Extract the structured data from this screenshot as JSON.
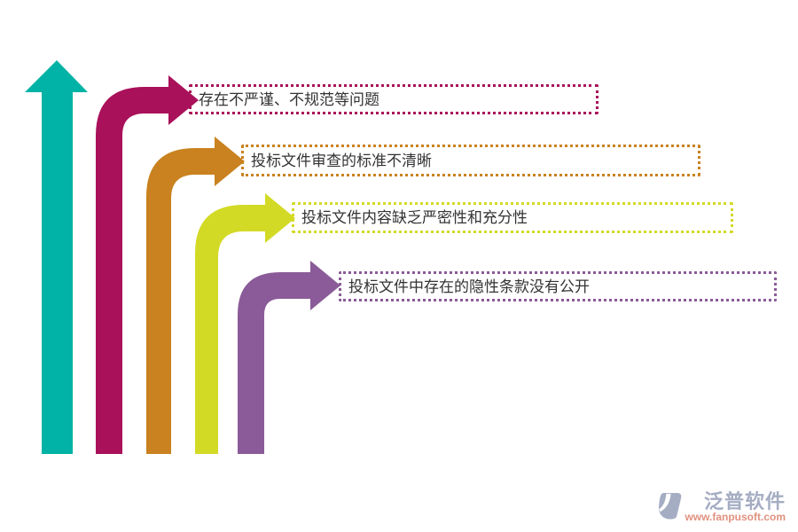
{
  "diagram": {
    "type": "bent-arrow-list",
    "axis_arrow": {
      "icon": "up-arrow-icon",
      "color": "#00b3a6"
    },
    "text_color": "#333333",
    "items": [
      {
        "label": "存在不严谨、不规范等问题",
        "color": "#a9115a"
      },
      {
        "label": "投标文件审查的标准不清晰",
        "color": "#c9821f"
      },
      {
        "label": "投标文件内容缺乏严密性和充分性",
        "color": "#d3da25"
      },
      {
        "label": "投标文件中存在的隐性条款没有公开",
        "color": "#8a5b98"
      }
    ]
  },
  "watermark": {
    "logo_icon": "fanpu-logo-icon",
    "brand": "泛普软件",
    "brand_color": "#a5adc3",
    "url": "www.fanpusoft.com",
    "url_color": "#e0917f"
  }
}
